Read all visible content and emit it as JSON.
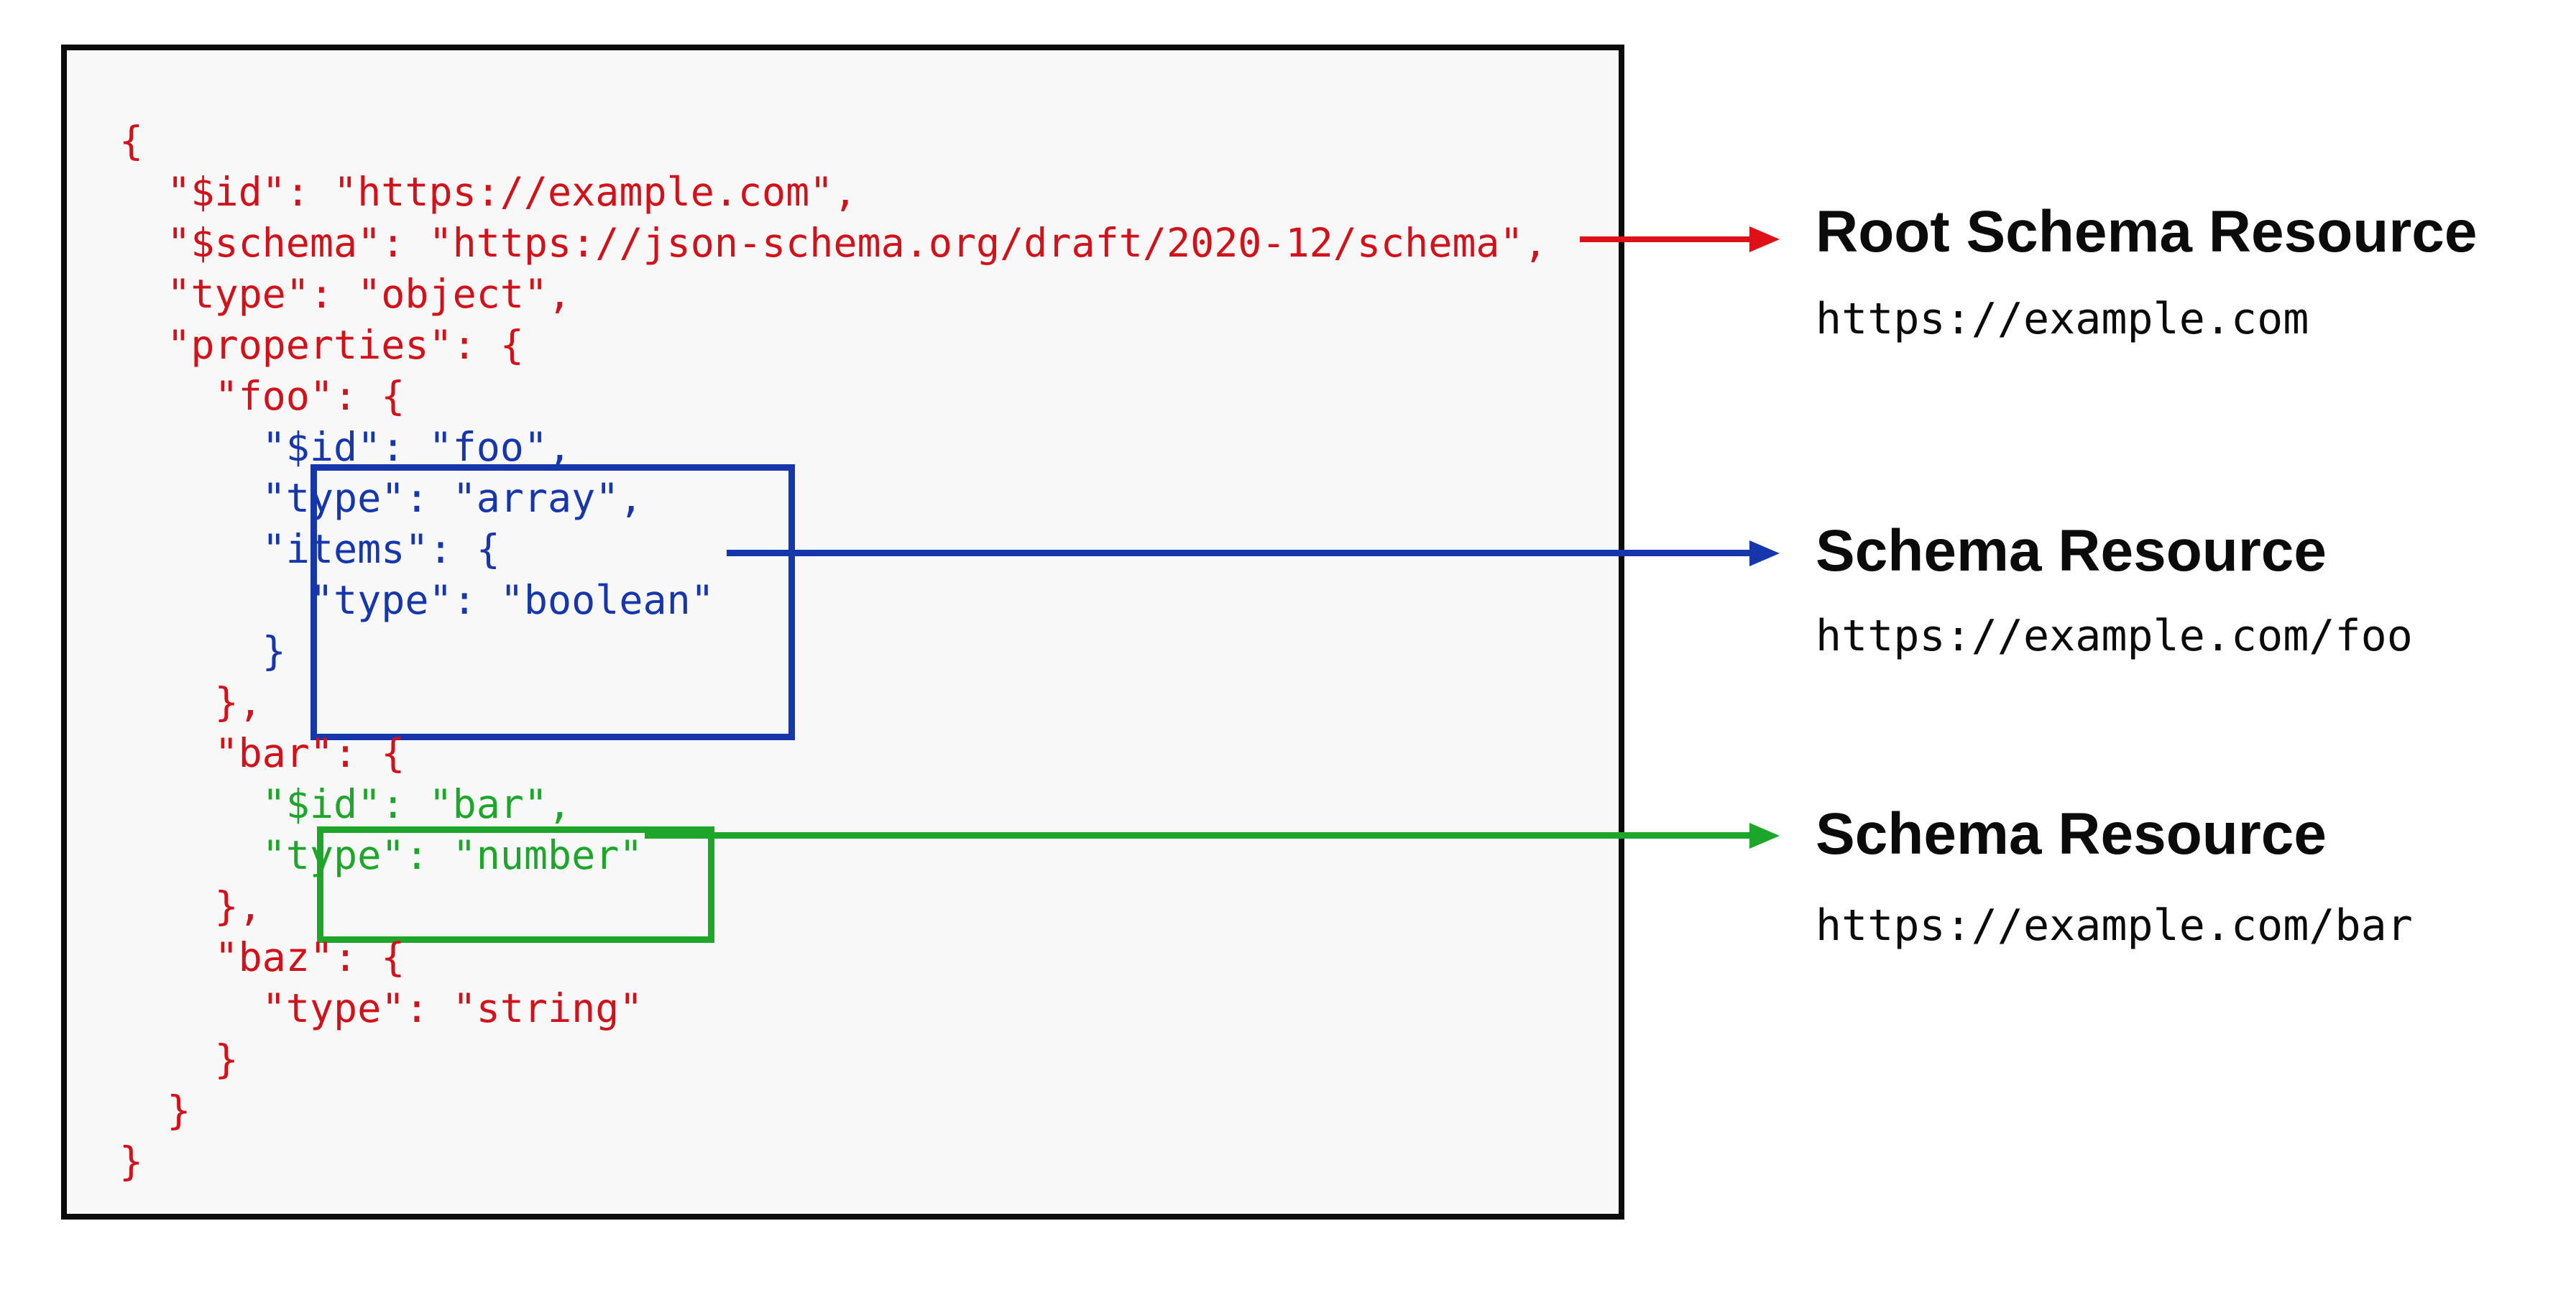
{
  "diagram": {
    "description": "JSON Schema document showing embedded schema resources",
    "colors": {
      "code_red": "#d2121b",
      "resource_blue": "#1636ac",
      "resource_green": "#1ea62b",
      "arrow_red": "#df1118",
      "panel_background": "#f8f8f8",
      "panel_border": "#0b0b0b"
    }
  },
  "code": {
    "lines": [
      {
        "text": "{",
        "color": "red"
      },
      {
        "text": "  \"$id\": \"https://example.com\",",
        "color": "red"
      },
      {
        "text": "  \"$schema\": \"https://json-schema.org/draft/2020-12/schema\",",
        "color": "red"
      },
      {
        "text": "  \"type\": \"object\",",
        "color": "red"
      },
      {
        "text": "  \"properties\": {",
        "color": "red"
      },
      {
        "text": "    \"foo\": {",
        "color": "red"
      },
      {
        "text": "      \"$id\": \"foo\",",
        "color": "blue"
      },
      {
        "text": "      \"type\": \"array\",",
        "color": "blue"
      },
      {
        "text": "      \"items\": {",
        "color": "blue"
      },
      {
        "text": "        \"type\": \"boolean\"",
        "color": "blue"
      },
      {
        "text": "      }",
        "color": "blue"
      },
      {
        "text": "    },",
        "color": "red"
      },
      {
        "text": "    \"bar\": {",
        "color": "red"
      },
      {
        "text": "      \"$id\": \"bar\",",
        "color": "green"
      },
      {
        "text": "      \"type\": \"number\"",
        "color": "green"
      },
      {
        "text": "    },",
        "color": "red"
      },
      {
        "text": "    \"baz\": {",
        "color": "red"
      },
      {
        "text": "      \"type\": \"string\"",
        "color": "red"
      },
      {
        "text": "    }",
        "color": "red"
      },
      {
        "text": "  }",
        "color": "red"
      },
      {
        "text": "}",
        "color": "red"
      }
    ]
  },
  "annotations": [
    {
      "title": "Root Schema Resource",
      "url": "https://example.com",
      "color": "red"
    },
    {
      "title": "Schema Resource",
      "url": "https://example.com/foo",
      "color": "blue"
    },
    {
      "title": "Schema Resource",
      "url": "https://example.com/bar",
      "color": "green"
    }
  ]
}
